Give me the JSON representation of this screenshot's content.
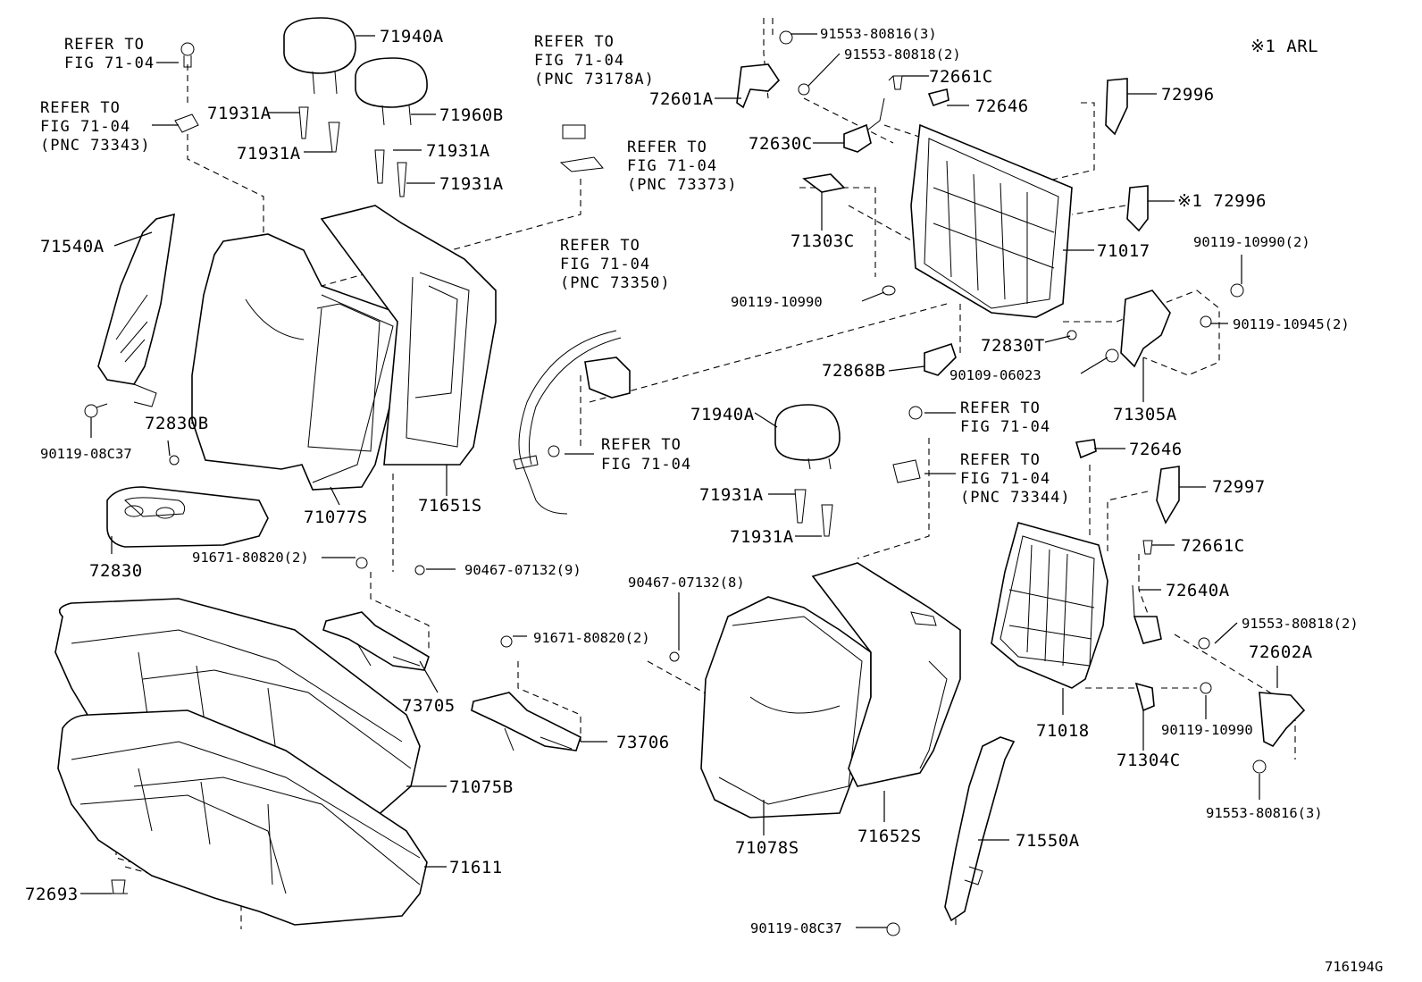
{
  "note_marker": "※1 ARL",
  "figure_id": "716194G",
  "refer": {
    "r1": [
      "REFER TO",
      "FIG 71-04"
    ],
    "r2": [
      "REFER TO",
      "FIG 71-04",
      "(PNC 73343)"
    ],
    "r3": [
      "REFER TO",
      "FIG 71-04",
      "(PNC 73178A)"
    ],
    "r4": [
      "REFER TO",
      "FIG 71-04",
      "(PNC 73373)"
    ],
    "r5": [
      "REFER TO",
      "FIG 71-04",
      "(PNC 73350)"
    ],
    "r6": [
      "REFER TO",
      "FIG 71-04"
    ],
    "r7": [
      "REFER TO",
      "FIG 71-04"
    ],
    "r8": [
      "REFER TO",
      "FIG 71-04",
      "(PNC 73344)"
    ]
  },
  "parts": {
    "p71940A_top": "71940A",
    "p71931A_1": "71931A",
    "p71931A_2": "71931A",
    "p71960B": "71960B",
    "p71931A_3": "71931A",
    "p71931A_4": "71931A",
    "p71540A": "71540A",
    "p90119_08C37_left": "90119-08C37",
    "p72830B": "72830B",
    "p71077S": "71077S",
    "p71651S": "71651S",
    "p72830": "72830",
    "p91671_80820_a": "91671-80820(2)",
    "p90467_07132_9": "90467-07132(9)",
    "p73705": "73705",
    "p71075B": "71075B",
    "p71611": "71611",
    "p72693": "72693",
    "p91553_80816_3_top": "91553-80816(3)",
    "p91553_80818_2_top": "91553-80818(2)",
    "p72661C_top": "72661C",
    "p72601A": "72601A",
    "p72646_top": "72646",
    "p72630C": "72630C",
    "p72996_a": "72996",
    "p72996_b": "※1 72996",
    "p71303C": "71303C",
    "p71017": "71017",
    "p90119_10990_2": "90119-10990(2)",
    "p90119_10990_a": "90119-10990",
    "p90119_10945_2": "90119-10945(2)",
    "p72830T": "72830T",
    "p72868B": "72868B",
    "p90109_06023": "90109-06023",
    "p71305A": "71305A",
    "p71940A_mid": "71940A",
    "p71931A_5": "71931A",
    "p71931A_6": "71931A",
    "p72646_mid": "72646",
    "p72997": "72997",
    "p72661C_mid": "72661C",
    "p72640A": "72640A",
    "p90467_07132_8": "90467-07132(8)",
    "p91671_80820_b": "91671-80820(2)",
    "p73706": "73706",
    "p91553_80818_2_mid": "91553-80818(2)",
    "p72602A": "72602A",
    "p71018": "71018",
    "p90119_10990_b": "90119-10990",
    "p71304C": "71304C",
    "p91553_80816_3_bot": "91553-80816(3)",
    "p71078S": "71078S",
    "p71652S": "71652S",
    "p71550A": "71550A",
    "p90119_08C37_bot": "90119-08C37"
  }
}
